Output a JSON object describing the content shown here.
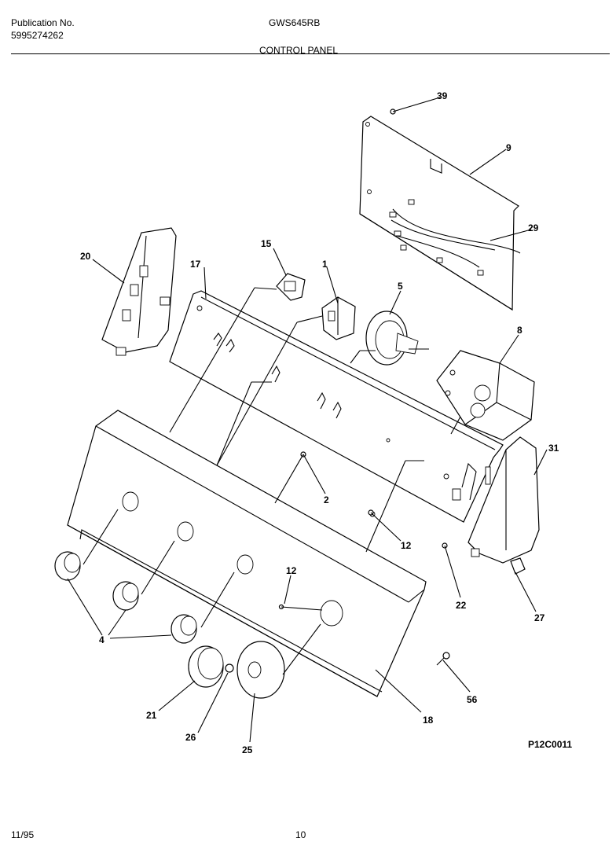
{
  "header": {
    "publication_label": "Publication No.",
    "publication_number": "5995274262",
    "model": "GWS645RB",
    "section_title": "CONTROL PANEL"
  },
  "drawing_code": "P12C0011",
  "footer": {
    "date": "11/95",
    "page": "10"
  },
  "callouts": {
    "c39": "39",
    "c9": "9",
    "c29": "29",
    "c20": "20",
    "c15": "15",
    "c17": "17",
    "c1": "1",
    "c5": "5",
    "c8": "8",
    "c31": "31",
    "c2": "2",
    "c12a": "12",
    "c12b": "12",
    "c22": "22",
    "c27": "27",
    "c4": "4",
    "c21": "21",
    "c26": "26",
    "c25": "25",
    "c18": "18",
    "c56": "56"
  }
}
